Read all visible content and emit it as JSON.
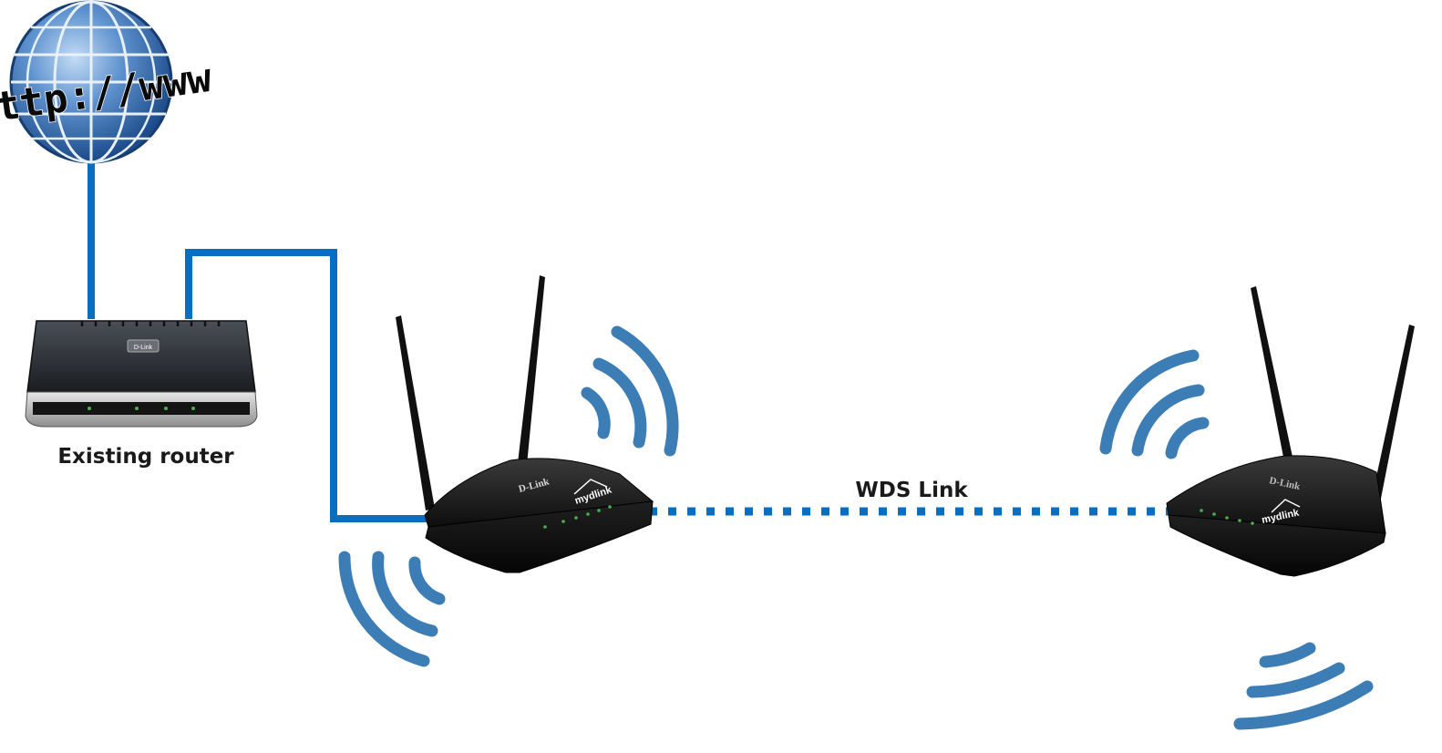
{
  "globe": {
    "text": "http://www"
  },
  "labels": {
    "existing_router": "Existing router",
    "wds_link": "WDS Link"
  },
  "devices": {
    "existing_router_brand": "D-Link",
    "repeater_1_brand": "D-Link",
    "repeater_1_logo": "mydlink",
    "repeater_2_brand": "D-Link",
    "repeater_2_logo": "mydlink"
  },
  "colors": {
    "cable": "#0a6ec0",
    "wds_dots": "#0a6ec0",
    "wifi_waves": "#3b7db4",
    "router_body": "#1c1c1c"
  }
}
